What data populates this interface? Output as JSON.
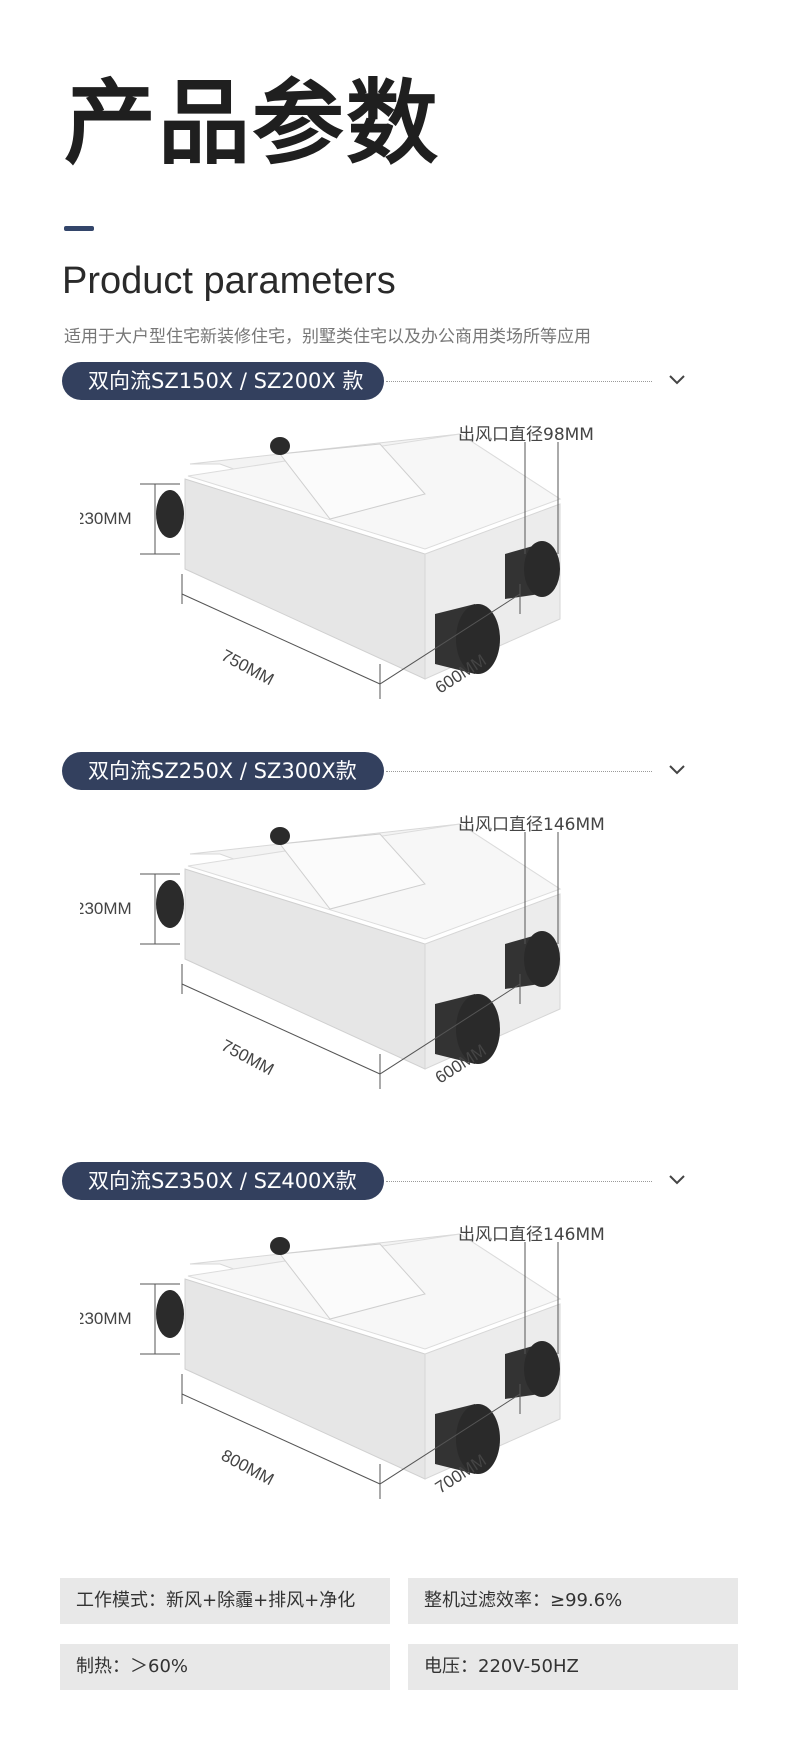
{
  "header": {
    "title_cn": "产品参数",
    "title_en": "Product parameters",
    "subtitle": "适用于大户型住宅新装修住宅，别墅类住宅以及办公商用类场所等应用"
  },
  "sections": [
    {
      "label": "双向流SZ150X / SZ200X 款",
      "outlet": "出风口直径98MM",
      "height": "230MM",
      "length": "750MM",
      "width": "600MM"
    },
    {
      "label": "双向流SZ250X / SZ300X款",
      "outlet": "出风口直径146MM",
      "height": "230MM",
      "length": "750MM",
      "width": "600MM"
    },
    {
      "label": "双向流SZ350X / SZ400X款",
      "outlet": "出风口直径146MM",
      "height": "230MM",
      "length": "800MM",
      "width": "700MM"
    }
  ],
  "specs": [
    "工作模式：新风+除霾+排风+净化",
    "整机过滤效率：≥99.6%",
    "制热：＞60%",
    "电压：220V-50HZ"
  ],
  "icons": {
    "expand": "chevron-down-icon"
  },
  "colors": {
    "accent": "#33405e",
    "spec_bg": "#e8e8e8"
  }
}
